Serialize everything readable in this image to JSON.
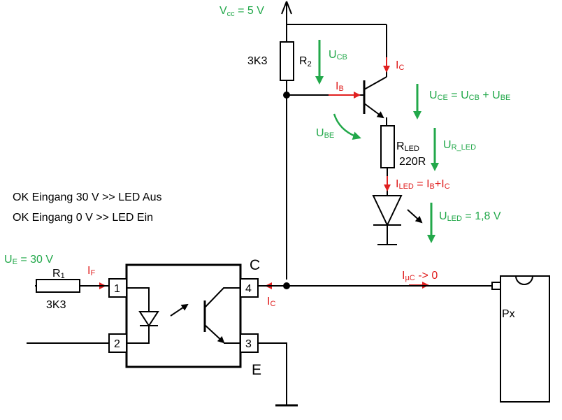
{
  "supply": {
    "vcc_main": "V",
    "vcc_sub": "cc",
    "vcc_value": " = 5 V"
  },
  "resistors": {
    "r2_value": "3K3",
    "r2_name": "R",
    "r2_name_sub": "2",
    "r1_name": "R",
    "r1_sub": "1",
    "r1_value": "3K3",
    "rled_main": "R",
    "rled_sub": "LED",
    "rled_value": "220R"
  },
  "voltages": {
    "ucb_main": "U",
    "ucb_sub": "CB",
    "ube_main": "U",
    "ube_sub": "BE",
    "uce_main": "U",
    "uce_sub": "CE",
    "uce_eq": " = U",
    "uce_sub2": "CB",
    "uce_plus": " + U",
    "uce_sub3": "BE",
    "urled_main": "U",
    "urled_sub": "R_LED",
    "uled_main": "U",
    "uled_sub": "LED",
    "uled_value": " = 1,8 V",
    "ue_main": "U",
    "ue_sub": "E",
    "ue_value": " = 30 V"
  },
  "currents": {
    "ic_top_main": "I",
    "ic_top_sub": "C",
    "ib_main": "I",
    "ib_sub": "B",
    "iled_main": "I",
    "iled_sub": "LED",
    "iled_eq": " = I",
    "iled_sub2": "B",
    "iled_plus": "+I",
    "iled_sub3": "C",
    "if_main": "I",
    "if_sub": "F",
    "ic_opto_main": "I",
    "ic_opto_sub": "C",
    "iuc_main": "I",
    "iuc_sub": "µC",
    "iuc_value": " -> 0"
  },
  "notes": {
    "line1": "OK Eingang 30 V  >>  LED Aus",
    "line2": "OK Eingang   0 V  >>  LED Ein"
  },
  "optocoupler": {
    "pin1": "1",
    "pin2": "2",
    "pin3": "3",
    "pin4": "4",
    "collector": "C",
    "emitter": "E"
  },
  "mcu": {
    "pin_label": "Px"
  }
}
